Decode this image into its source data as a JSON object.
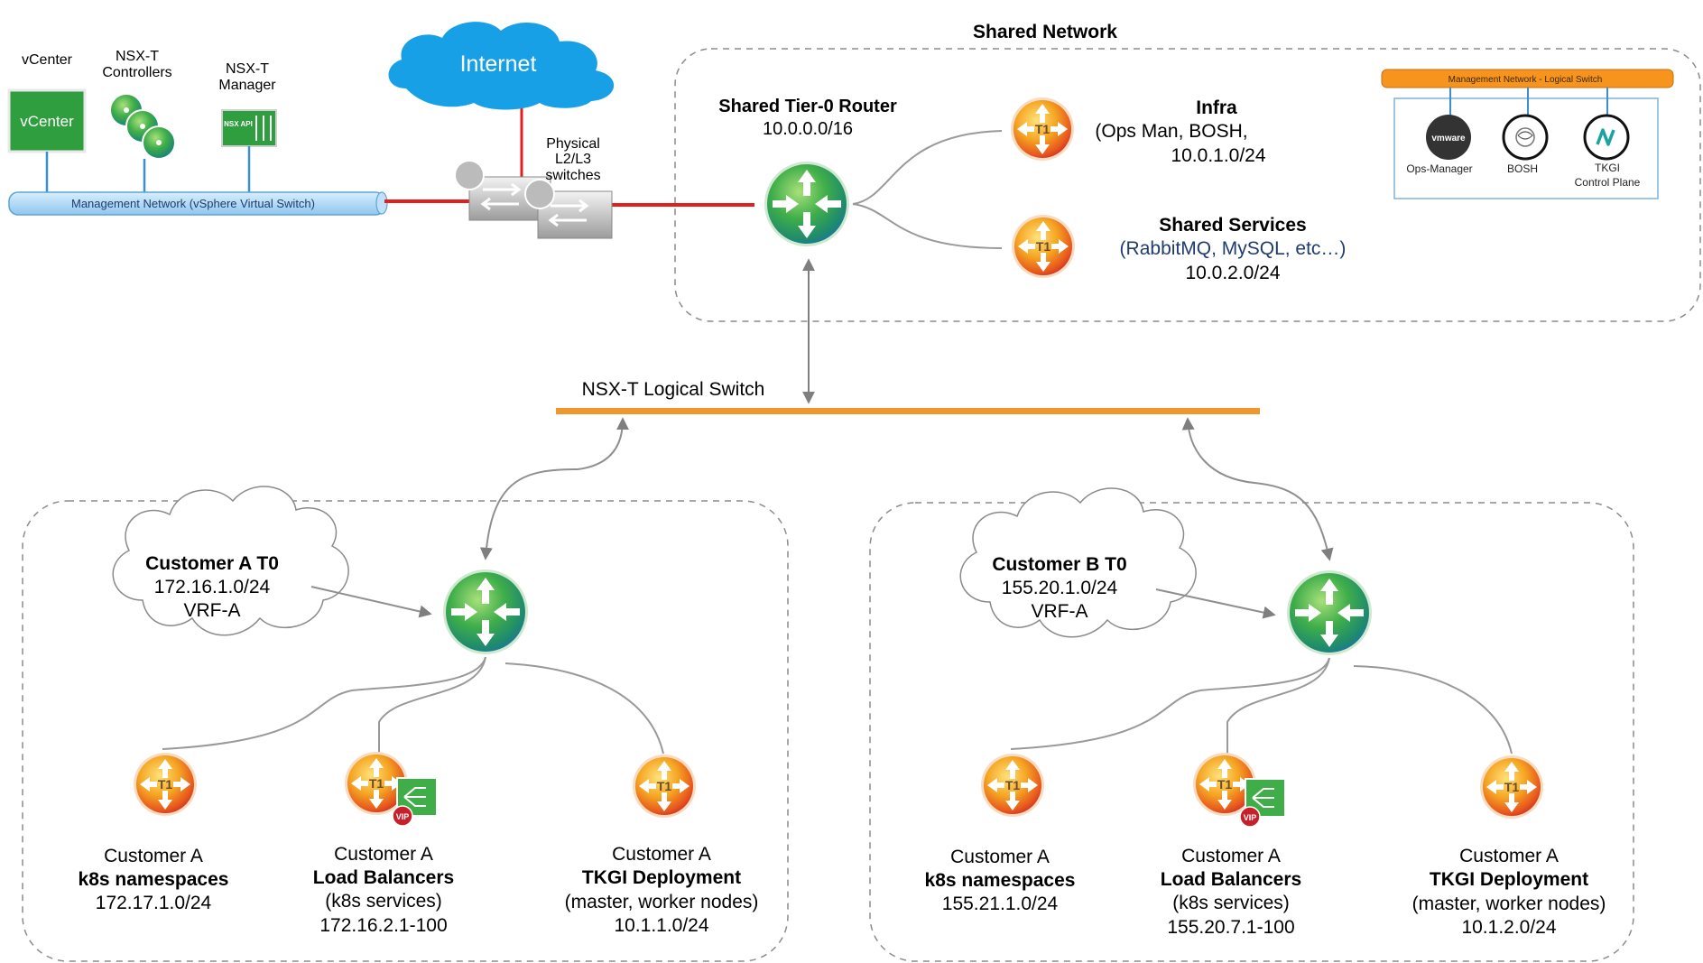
{
  "shared_network": {
    "title": "Shared Network",
    "tier0": {
      "title": "Shared Tier-0 Router",
      "cidr": "10.0.0.0/16"
    },
    "infra": {
      "title": "Infra",
      "line1": "(Ops Man, BOSH,",
      "cidr": "10.0.1.0/24"
    },
    "shared_services": {
      "title": "Shared Services",
      "line1": "(RabbitMQ, MySQL, etc…)",
      "cidr": "10.0.2.0/24"
    },
    "mgmt_switch": {
      "label": "Management Network - Logical Switch",
      "items": [
        {
          "label": "Ops-Manager",
          "icon": "vmware-icon",
          "badge": "vmware"
        },
        {
          "label": "BOSH",
          "icon": "bosh-icon"
        },
        {
          "label": "TKGI",
          "label2": "Control Plane",
          "icon": "tkgi-icon"
        }
      ]
    }
  },
  "left_top": {
    "vcenter": {
      "caption": "vCenter",
      "badge": "vCenter"
    },
    "controllers": {
      "line1": "NSX-T",
      "line2": "Controllers"
    },
    "manager": {
      "line1": "NSX-T",
      "line2": "Manager",
      "badge": "NSX API"
    },
    "mgmt_network": "Management Network (vSphere Virtual Switch)",
    "internet": "Internet",
    "physical": {
      "line1": "Physical",
      "line2": "L2/L3",
      "line3": "switches"
    }
  },
  "logical_switch": {
    "label": "NSX-T Logical Switch",
    "color": "#f0962c"
  },
  "customers": [
    {
      "t0": {
        "title": "Customer A T0",
        "cidr": "172.16.1.0/24",
        "vrf": "VRF-A"
      },
      "namespaces": {
        "line1": "Customer A",
        "line2": "k8s namespaces",
        "line3": "172.17.1.0/24"
      },
      "lb": {
        "line1": "Customer A",
        "line2": "Load Balancers",
        "line3": "(k8s services)",
        "line4": "172.16.2.1-100",
        "vip": "VIP"
      },
      "tkgi": {
        "line1": "Customer A",
        "line2": "TKGI Deployment",
        "line3": "(master, worker nodes)",
        "line4": "10.1.1.0/24"
      }
    },
    {
      "t0": {
        "title": "Customer B T0",
        "cidr": "155.20.1.0/24",
        "vrf": "VRF-A"
      },
      "namespaces": {
        "line1": "Customer A",
        "line2": "k8s namespaces",
        "line3": "155.21.1.0/24"
      },
      "lb": {
        "line1": "Customer A",
        "line2": "Load Balancers",
        "line3": "(k8s services)",
        "line4": "155.20.7.1-100",
        "vip": "VIP"
      },
      "tkgi": {
        "line1": "Customer A",
        "line2": "TKGI Deployment",
        "line3": "(master, worker nodes)",
        "line4": "10.1.2.0/24"
      }
    }
  ],
  "colors": {
    "red_link": "#e0201c",
    "orange": "#f0962c",
    "router_green": "#3fae49",
    "t1_orange": "#f07d1e",
    "blue_switch": "#a9d6f5"
  }
}
